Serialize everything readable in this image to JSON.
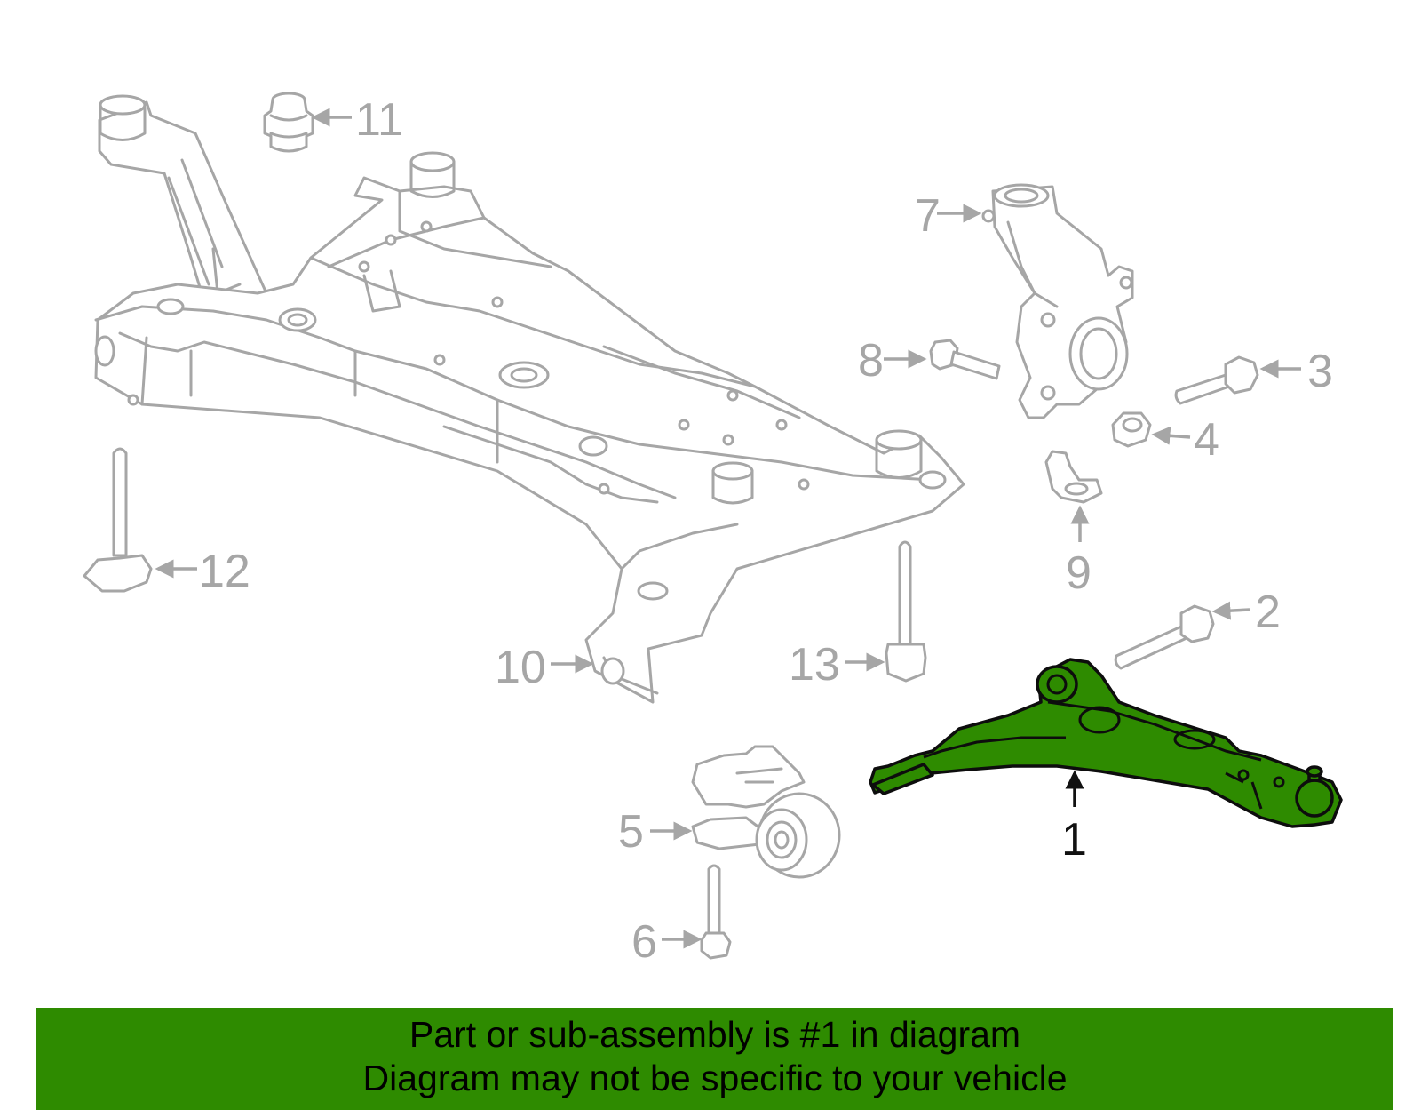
{
  "callouts": {
    "c1": "1",
    "c2": "2",
    "c3": "3",
    "c4": "4",
    "c5": "5",
    "c6": "6",
    "c7": "7",
    "c8": "8",
    "c9": "9",
    "c10": "10",
    "c11": "11",
    "c12": "12",
    "c13": "13"
  },
  "highlighted_part": "1",
  "colors": {
    "highlight": "#2e8b00",
    "outline": "#a6a6a6",
    "banner": "#2e8b00"
  },
  "banner": {
    "line1": "Part or sub-assembly is #1 in diagram",
    "line2": "Diagram may not be specific to your vehicle"
  }
}
